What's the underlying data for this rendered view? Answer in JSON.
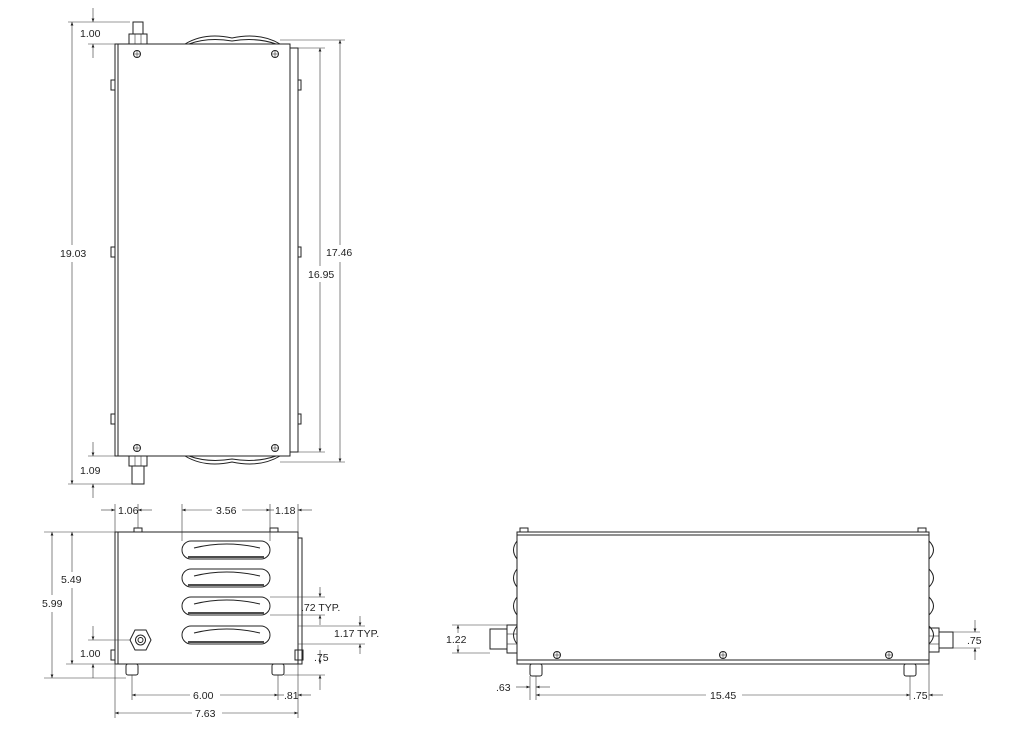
{
  "top_view": {
    "dim_fitting_top": "1.00",
    "dim_overall_height": "19.03",
    "dim_fitting_bottom": "1.09",
    "dim_body_height": "17.46",
    "dim_inner_height": "16.95"
  },
  "front_view": {
    "dim_left_offset": "1.06",
    "dim_slot_width": "3.56",
    "dim_right_offset": "1.18",
    "dim_upper_height": "5.49",
    "dim_total_height": "5.99",
    "dim_slot_height": ".72 TYP.",
    "dim_slot_pitch": "1.17 TYP.",
    "dim_fitting_height": "1.00",
    "dim_foot_height": ".75",
    "dim_foot_span": "6.00",
    "dim_foot_right": ".81",
    "dim_total_width": "7.63"
  },
  "side_view": {
    "dim_fitting_left": "1.22",
    "dim_fitting_right": ".75",
    "dim_foot_offset": ".63",
    "dim_foot_span": "15.45",
    "dim_foot_right": ".75"
  },
  "colors": {
    "line": "#222222",
    "background": "#ffffff"
  }
}
